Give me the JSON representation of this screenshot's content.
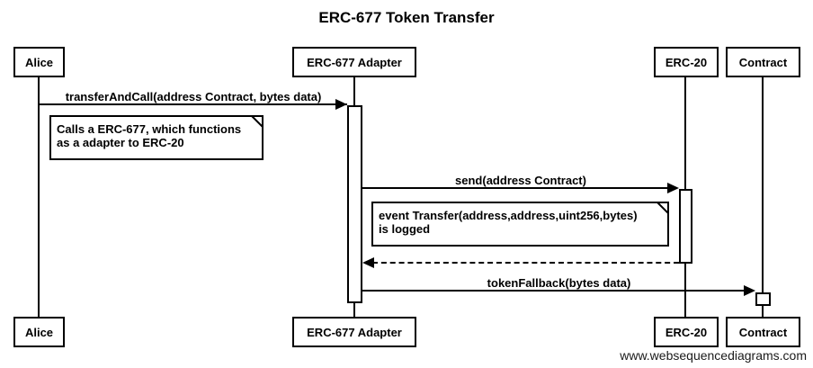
{
  "title": "ERC-677 Token Transfer",
  "watermark": "www.websequencediagrams.com",
  "actors": [
    {
      "id": "alice",
      "label": "Alice"
    },
    {
      "id": "adapter",
      "label": "ERC-677 Adapter"
    },
    {
      "id": "erc20",
      "label": "ERC-20"
    },
    {
      "id": "contract",
      "label": "Contract"
    }
  ],
  "messages": [
    {
      "from": "alice",
      "to": "adapter",
      "label": "transferAndCall(address Contract, bytes data)",
      "line": "solid"
    },
    {
      "from": "adapter",
      "to": "erc20",
      "label": "send(address Contract)",
      "line": "solid"
    },
    {
      "from": "erc20",
      "to": "adapter",
      "label": "",
      "line": "dashed"
    },
    {
      "from": "adapter",
      "to": "contract",
      "label": "tokenFallback(bytes data)",
      "line": "solid"
    }
  ],
  "notes": [
    {
      "lines": [
        "Calls a ERC-677, which functions",
        "as a adapter to ERC-20"
      ]
    },
    {
      "lines": [
        "event Transfer(address,address,uint256,bytes)",
        "is logged"
      ]
    }
  ],
  "colors": {
    "line": "#000000",
    "background": "#ffffff",
    "text": "#000000"
  }
}
